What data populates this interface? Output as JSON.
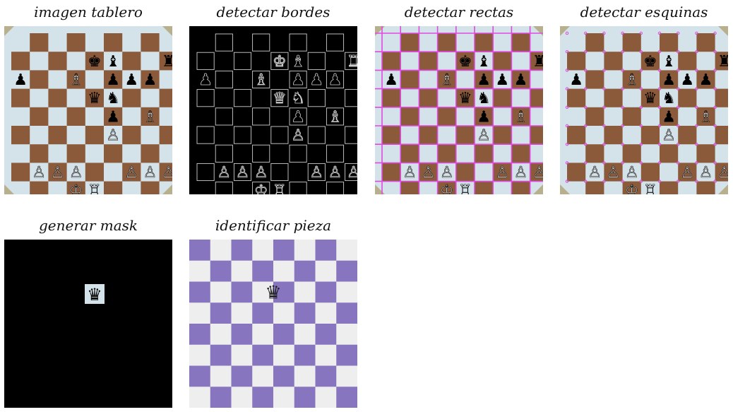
{
  "panels": [
    {
      "title": "imagen tablero"
    },
    {
      "title": "detectar bordes"
    },
    {
      "title": "detectar rectas"
    },
    {
      "title": "detectar esquinas"
    },
    {
      "title": "generar mask"
    },
    {
      "title": "identificar pieza"
    }
  ],
  "colors": {
    "board_dark": "#8a5a3a",
    "board_light": "#d4e2ea",
    "board_frame": "#b8b08c",
    "line_accent": "#e04ae0",
    "mask_bg": "#000000",
    "classify_dark": "#8875bf",
    "classify_light": "#eeeeee",
    "edges_line": "#cfcfcf"
  },
  "board": {
    "pieces": [
      {
        "sq": "d1",
        "glyph": "♔",
        "name": "white-king"
      },
      {
        "sq": "e1",
        "glyph": "♖",
        "name": "white-rook"
      },
      {
        "sq": "b2",
        "glyph": "♙",
        "name": "white-pawn"
      },
      {
        "sq": "c2",
        "glyph": "♙",
        "name": "white-pawn"
      },
      {
        "sq": "d2",
        "glyph": "♙",
        "name": "white-pawn"
      },
      {
        "sq": "g2",
        "glyph": "♙",
        "name": "white-pawn"
      },
      {
        "sq": "h2",
        "glyph": "♙",
        "name": "white-pawn"
      },
      {
        "sq": "i2",
        "glyph": "♙",
        "name": "white-pawn"
      },
      {
        "sq": "f4",
        "glyph": "♙",
        "name": "white-pawn"
      },
      {
        "sq": "f5",
        "glyph": "♟",
        "name": "black-pawn"
      },
      {
        "sq": "h5",
        "glyph": "♗",
        "name": "white-bishop"
      },
      {
        "sq": "e6",
        "glyph": "♛",
        "name": "black-queen"
      },
      {
        "sq": "f6",
        "glyph": "♞",
        "name": "black-knight"
      },
      {
        "sq": "a7",
        "glyph": "♟",
        "name": "black-pawn"
      },
      {
        "sq": "d7",
        "glyph": "♗",
        "name": "white-bishop"
      },
      {
        "sq": "f7",
        "glyph": "♟",
        "name": "black-pawn"
      },
      {
        "sq": "g7",
        "glyph": "♟",
        "name": "black-pawn"
      },
      {
        "sq": "h7",
        "glyph": "♟",
        "name": "black-pawn"
      },
      {
        "sq": "e8",
        "glyph": "♚",
        "name": "black-king"
      },
      {
        "sq": "f8",
        "glyph": "♝",
        "name": "black-bishop"
      },
      {
        "sq": "i8",
        "glyph": "♜",
        "name": "black-rook"
      }
    ]
  },
  "identified": {
    "glyph": "♛",
    "name": "black-queen"
  }
}
